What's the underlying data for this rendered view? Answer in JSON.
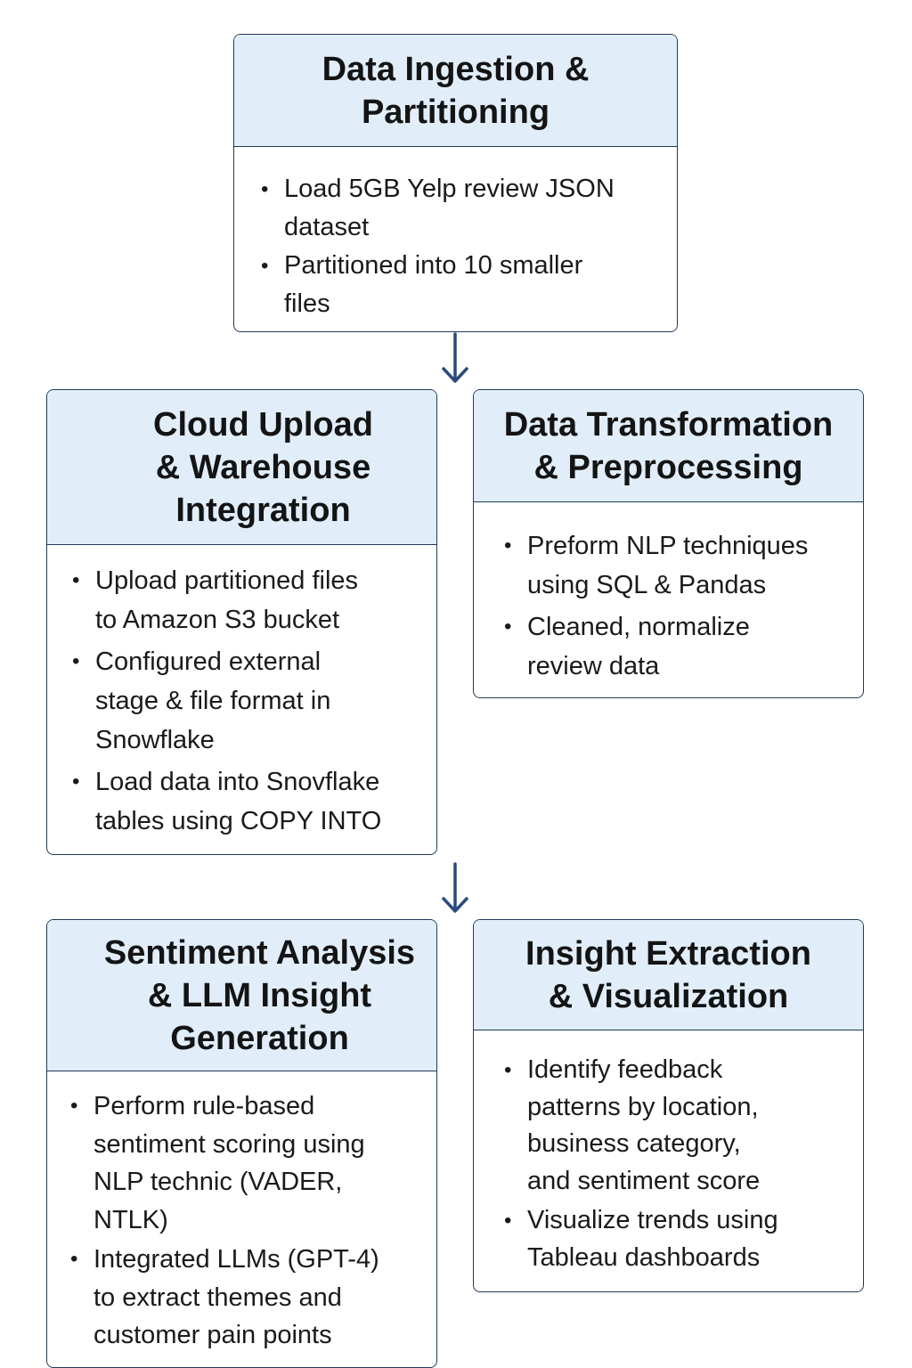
{
  "diagram": {
    "boxes": [
      {
        "title": "Data Ingestion &\nPartitioning",
        "bullets": [
          "Load 5GB Yelp review JSON\ndataset",
          "Partitioned into 10  smaller\nfiles"
        ]
      },
      {
        "title": "Cloud Upload\n& Warehouse\nIntegration",
        "bullets": [
          "Upload partitioned files\nto Amazon S3 bucket",
          "Configured external\nstage & file format in\nSnowflake",
          "Load data into Snovflake\ntables using COPY INTO"
        ]
      },
      {
        "title": "Data Transformation\n& Preprocessing",
        "bullets": [
          "Preform NLP techniques\nusing SQL & Pandas",
          "Cleaned, normalize\nreview data"
        ]
      },
      {
        "title": "Sentiment Analysis\n& LLM Insight\nGeneration",
        "bullets": [
          "Perform rule-based\nsentiment scoring using\nNLP technic (VADER,\nNTLK)",
          "Integrated LLMs (GPT-4)\nto extract themes and\ncustomer pain points"
        ]
      },
      {
        "title": "Insight Extraction\n& Visualization",
        "bullets": [
          "Identify feedback\npatterns by location,\nbusiness category,\nand sentiment score",
          "Visualize trends using\nTableau dashboards"
        ]
      }
    ],
    "colors": {
      "header_fill": "#e1eefa",
      "border": "#1f3a5c",
      "arrow": "#2b4a7a"
    },
    "arrow_icon": "arrow-down-icon"
  }
}
